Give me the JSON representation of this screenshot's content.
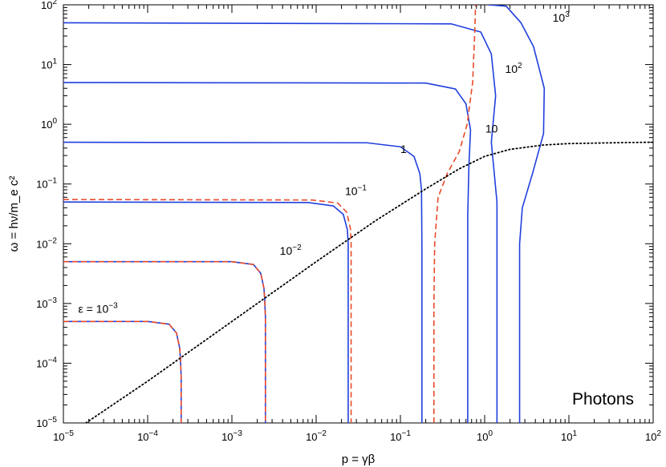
{
  "chart_data": {
    "type": "line",
    "xscale": "log",
    "yscale": "log",
    "xlim": [
      1e-05,
      100
    ],
    "ylim": [
      1e-05,
      100
    ],
    "grid": false,
    "xlabel": "p = γβ",
    "ylabel": "ω = hν/m_e c²",
    "annotation": "Photons",
    "x_ticks": [
      {
        "base": "10",
        "exp": "−5"
      },
      {
        "base": "10",
        "exp": "−4"
      },
      {
        "base": "10",
        "exp": "−3"
      },
      {
        "base": "10",
        "exp": "−2"
      },
      {
        "base": "10",
        "exp": "−1"
      },
      {
        "base": "10",
        "exp": "0"
      },
      {
        "base": "10",
        "exp": "1"
      },
      {
        "base": "10",
        "exp": "2"
      }
    ],
    "y_ticks": [
      {
        "base": "10",
        "exp": "−5"
      },
      {
        "base": "10",
        "exp": "−4"
      },
      {
        "base": "10",
        "exp": "−3"
      },
      {
        "base": "10",
        "exp": "−2"
      },
      {
        "base": "10",
        "exp": "−1"
      },
      {
        "base": "10",
        "exp": "0"
      },
      {
        "base": "10",
        "exp": "1"
      },
      {
        "base": "10",
        "exp": "2"
      }
    ],
    "curve_labels": [
      {
        "pre": "ε = ",
        "base": "10",
        "exp": "−3",
        "x": 1.5e-05,
        "y": 0.0007
      },
      {
        "pre": "",
        "base": "10",
        "exp": "−2",
        "x": 0.0037,
        "y": 0.0065
      },
      {
        "pre": "",
        "base": "10",
        "exp": "−1",
        "x": 0.022,
        "y": 0.065
      },
      {
        "pre": "",
        "base": "1",
        "exp": "",
        "x": 0.1,
        "y": 0.33
      },
      {
        "pre": "",
        "base": "10",
        "exp": "",
        "x": 1.02,
        "y": 0.73
      },
      {
        "pre": "",
        "base": "10",
        "exp": "2",
        "x": 1.75,
        "y": 7.2
      },
      {
        "pre": "",
        "base": "10",
        "exp": "3",
        "x": 6.4,
        "y": 52
      }
    ],
    "series": [
      {
        "style": "solid",
        "color": "#1f3fdd",
        "x": [
          1e-05,
          0.0001,
          0.00018,
          0.00022,
          0.00024,
          0.000245,
          0.00025,
          0.00025
        ],
        "y": [
          0.0005,
          0.0005,
          0.00045,
          0.00032,
          0.00018,
          0.00012,
          6e-05,
          1e-05
        ]
      },
      {
        "style": "dashed",
        "color": "#e84a2a",
        "x": [
          1e-05,
          0.0001,
          0.00018,
          0.00022,
          0.00024,
          0.000245,
          0.00025,
          0.00025
        ],
        "y": [
          0.0005,
          0.0005,
          0.00045,
          0.00032,
          0.00018,
          0.00012,
          6e-05,
          1e-05
        ]
      },
      {
        "style": "solid",
        "color": "#1f3fdd",
        "x": [
          1e-05,
          0.001,
          0.0018,
          0.0022,
          0.0024,
          0.00245,
          0.0025,
          0.0025
        ],
        "y": [
          0.005,
          0.005,
          0.0045,
          0.0032,
          0.0018,
          0.0012,
          0.0006,
          1e-05
        ]
      },
      {
        "style": "dashed",
        "color": "#e84a2a",
        "x": [
          1e-05,
          0.001,
          0.0018,
          0.0022,
          0.0024,
          0.00245,
          0.0025,
          0.0025
        ],
        "y": [
          0.005,
          0.005,
          0.0045,
          0.0032,
          0.0018,
          0.0012,
          0.0006,
          1e-05
        ]
      },
      {
        "style": "solid",
        "color": "#1f3fdd",
        "x": [
          1e-05,
          0.008,
          0.016,
          0.021,
          0.0235,
          0.024,
          0.024,
          0.024
        ],
        "y": [
          0.05,
          0.049,
          0.043,
          0.031,
          0.017,
          0.01,
          0.001,
          1e-05
        ]
      },
      {
        "style": "dashed",
        "color": "#e84a2a",
        "x": [
          1e-05,
          0.009,
          0.018,
          0.023,
          0.0255,
          0.026,
          0.026,
          0.026
        ],
        "y": [
          0.055,
          0.054,
          0.048,
          0.034,
          0.018,
          0.01,
          0.001,
          1e-05
        ]
      },
      {
        "style": "solid",
        "color": "#1f3fdd",
        "x": [
          1e-05,
          0.04,
          0.1,
          0.145,
          0.17,
          0.178,
          0.18,
          0.18
        ],
        "y": [
          0.5,
          0.49,
          0.42,
          0.29,
          0.15,
          0.08,
          0.01,
          1e-05
        ]
      },
      {
        "style": "solid",
        "color": "#1f3fdd",
        "x": [
          1e-05,
          0.2,
          0.45,
          0.6,
          0.68,
          0.65,
          0.63,
          0.63
        ],
        "y": [
          5,
          4.9,
          3.9,
          2.2,
          0.8,
          0.2,
          0.03,
          1e-05
        ]
      },
      {
        "style": "solid",
        "color": "#1f3fdd",
        "x": [
          1e-05,
          0.4,
          0.9,
          1.2,
          1.35,
          1.2,
          1.4,
          1.4
        ],
        "y": [
          50,
          48,
          35,
          15,
          3,
          0.5,
          0.05,
          1e-05
        ]
      },
      {
        "style": "solid",
        "color": "#1f3fdd",
        "x": [
          1.1,
          1.8,
          2.7,
          3.8,
          5.1,
          5.0,
          3.7,
          2.8,
          2.6,
          2.6
        ],
        "y": [
          100,
          95,
          50,
          20,
          4,
          0.7,
          0.15,
          0.04,
          0.01,
          1e-05
        ]
      },
      {
        "style": "dashed",
        "color": "#e84a2a",
        "x": [
          0.25,
          0.25,
          0.255,
          0.28,
          0.36,
          0.5,
          0.62,
          0.72,
          0.76,
          0.78
        ],
        "y": [
          1e-05,
          0.001,
          0.01,
          0.06,
          0.15,
          0.35,
          1,
          5,
          30,
          100
        ]
      },
      {
        "style": "dotted",
        "color": "#000000",
        "x": [
          1.85e-05,
          0.0001,
          0.001,
          0.01,
          0.05,
          0.2,
          0.5,
          1,
          2,
          5,
          10,
          50,
          100
        ],
        "y": [
          1e-05,
          5e-05,
          0.0005,
          0.005,
          0.024,
          0.083,
          0.18,
          0.29,
          0.38,
          0.45,
          0.475,
          0.495,
          0.5
        ]
      }
    ]
  }
}
